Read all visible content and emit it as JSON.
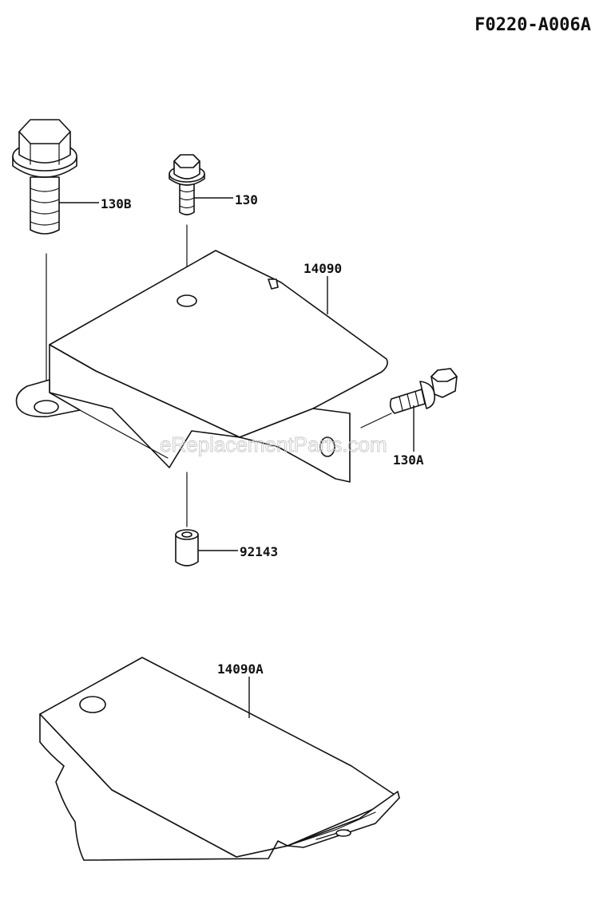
{
  "diagram_code": "F0220-A006A",
  "watermark": "eReplacementParts.com",
  "parts": {
    "bolt_large": "130B",
    "bolt_small": "130",
    "bracket": "14090",
    "bolt_side": "130A",
    "collar": "92143",
    "cover": "14090A"
  }
}
